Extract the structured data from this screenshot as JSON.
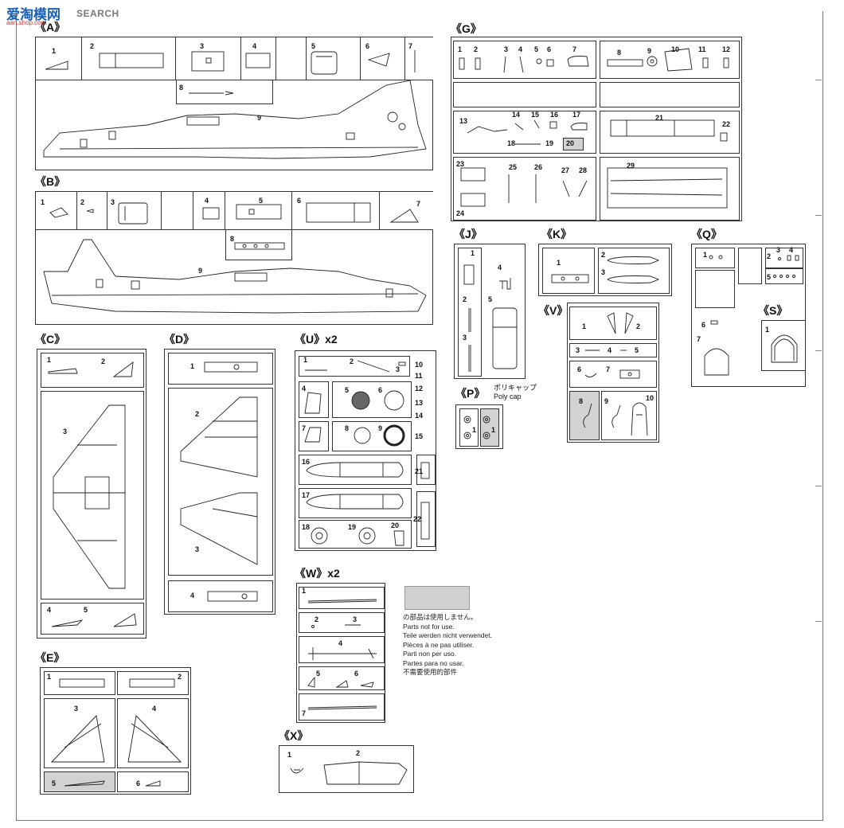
{
  "watermark": {
    "brand": "爱",
    "brand_rest": "淘模网",
    "search": "SEARCH",
    "domain": "aan.shop.com"
  },
  "sections": {
    "A": "《A》",
    "B": "《B》",
    "C": "《C》",
    "D": "《D》",
    "E": "《E》",
    "G": "《G》",
    "J": "《J》",
    "K": "《K》",
    "Q": "《Q》",
    "V": "《V》",
    "S": "《S》",
    "P": "《P》",
    "U": "《U》x2",
    "W": "《W》x2",
    "X": "《X》"
  },
  "polycap": {
    "jp": "ポリキャップ",
    "en": "Poly cap"
  },
  "legend": {
    "lines": [
      "の部品は使用しません。",
      "Parts not for use.",
      "Teile werden nicht verwendet.",
      "Pièces à ne pas utiliser.",
      "Parti non per uso.",
      "Partes para no usar.",
      "不需要使用的部件"
    ]
  },
  "parts": {
    "A": [
      "1",
      "2",
      "3",
      "4",
      "5",
      "6",
      "7",
      "8",
      "9"
    ],
    "B": [
      "1",
      "2",
      "3",
      "4",
      "5",
      "6",
      "7",
      "8",
      "9"
    ],
    "C": [
      "1",
      "2",
      "3",
      "4",
      "5"
    ],
    "D": [
      "1",
      "2",
      "3",
      "4"
    ],
    "E": [
      "1",
      "2",
      "3",
      "4",
      "5",
      "6"
    ],
    "G": [
      "1",
      "2",
      "3",
      "4",
      "5",
      "6",
      "7",
      "8",
      "9",
      "10",
      "11",
      "12",
      "13",
      "14",
      "15",
      "16",
      "17",
      "18",
      "19",
      "20",
      "21",
      "22",
      "23",
      "24",
      "25",
      "26",
      "27",
      "28",
      "29"
    ],
    "J": [
      "1",
      "2",
      "3",
      "4",
      "5"
    ],
    "K": [
      "1",
      "2",
      "3"
    ],
    "Q": [
      "1",
      "2",
      "3",
      "4",
      "5",
      "6",
      "7"
    ],
    "V": [
      "1",
      "2",
      "3",
      "4",
      "5",
      "6",
      "7",
      "8",
      "9",
      "10"
    ],
    "S": [
      "1"
    ],
    "P": [
      "1",
      "1"
    ],
    "U": [
      "1",
      "2",
      "3",
      "4",
      "5",
      "6",
      "7",
      "8",
      "9",
      "10",
      "11",
      "12",
      "13",
      "14",
      "15",
      "16",
      "17",
      "18",
      "19",
      "20",
      "21",
      "22"
    ],
    "W": [
      "1",
      "2",
      "3",
      "4",
      "5",
      "6",
      "7"
    ],
    "X": [
      "1",
      "2"
    ]
  },
  "not_for_use": {
    "G": [
      "20"
    ],
    "V": [
      "8"
    ],
    "E": [
      "5"
    ],
    "P": [
      "1"
    ]
  }
}
